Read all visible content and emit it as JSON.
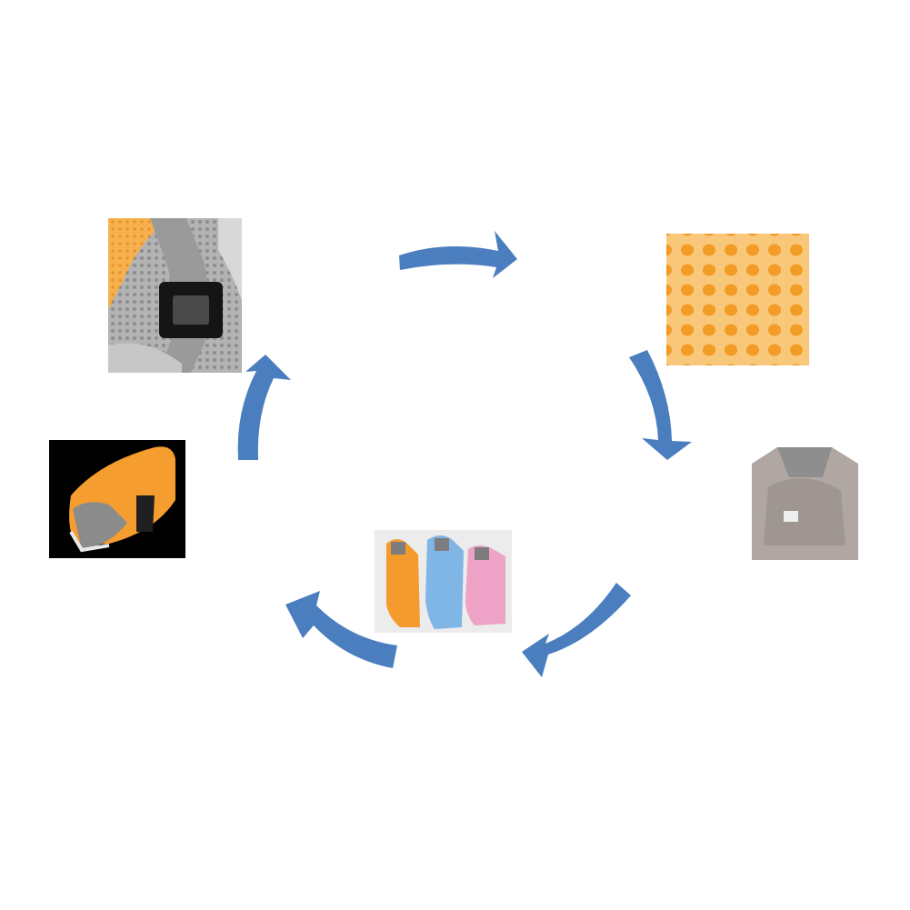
{
  "diagram": {
    "type": "cycle",
    "arrow_color": "#4a7ebf",
    "nodes": [
      {
        "id": "buckle",
        "icon": "buckle-strap-closeup-photo"
      },
      {
        "id": "mesh",
        "icon": "orange-mesh-fabric-photo"
      },
      {
        "id": "inner-lining",
        "icon": "grey-inner-lining-photo"
      },
      {
        "id": "vest-colors",
        "icon": "three-color-vests-photo"
      },
      {
        "id": "vest-side",
        "icon": "orange-vest-side-photo"
      }
    ],
    "colors": {
      "orange": "#f5a23a",
      "orange_dark": "#e08a20",
      "grey": "#a9a9a9",
      "grey_dark": "#8a8a8a",
      "blue_vest": "#7cb8e8",
      "pink_vest": "#ee9cc4",
      "black": "#111111"
    }
  }
}
